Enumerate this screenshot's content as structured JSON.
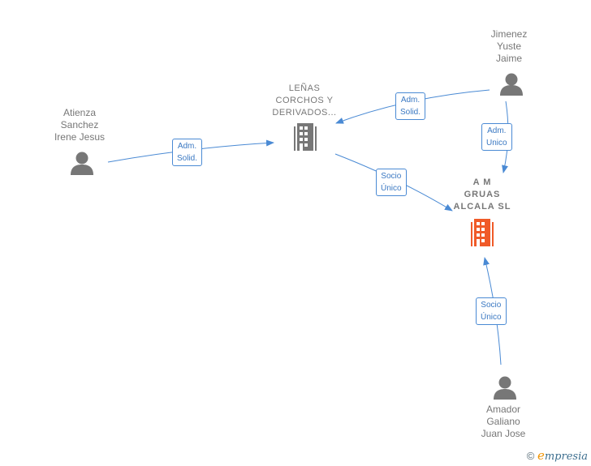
{
  "nodes": {
    "atienza": {
      "type": "person",
      "lines": [
        "Atienza",
        "Sanchez",
        "Irene Jesus"
      ]
    },
    "jimenez": {
      "type": "person",
      "lines": [
        "Jimenez",
        "Yuste",
        "Jaime"
      ]
    },
    "amador": {
      "type": "person",
      "lines": [
        "Amador",
        "Galiano",
        "Juan Jose"
      ]
    },
    "lenas": {
      "type": "company",
      "lines": [
        "LEÑAS",
        "CORCHOS Y",
        "DERIVADOS..."
      ]
    },
    "am_gruas": {
      "type": "company",
      "lines": [
        "A M",
        "GRUAS",
        "ALCALA  SL"
      ]
    }
  },
  "edges": {
    "atienza_lenas": {
      "from": "atienza",
      "to": "lenas",
      "lines": [
        "Adm.",
        "Solid."
      ]
    },
    "jimenez_lenas": {
      "from": "jimenez",
      "to": "lenas",
      "lines": [
        "Adm.",
        "Solid."
      ]
    },
    "jimenez_am": {
      "from": "jimenez",
      "to": "am_gruas",
      "lines": [
        "Adm.",
        "Unico"
      ]
    },
    "lenas_am": {
      "from": "lenas",
      "to": "am_gruas",
      "lines": [
        "Socio",
        "Único"
      ]
    },
    "amador_am": {
      "from": "amador",
      "to": "am_gruas",
      "lines": [
        "Socio",
        "Único"
      ]
    }
  },
  "colors": {
    "edge": "#4a8ad4",
    "person_icon": "#777777",
    "company_icon": "#777777",
    "main_company_icon": "#f05a28",
    "label_text": "#777777"
  },
  "footer": {
    "copyright_symbol": "©",
    "brand_first": "e",
    "brand_rest": "mpresia"
  }
}
